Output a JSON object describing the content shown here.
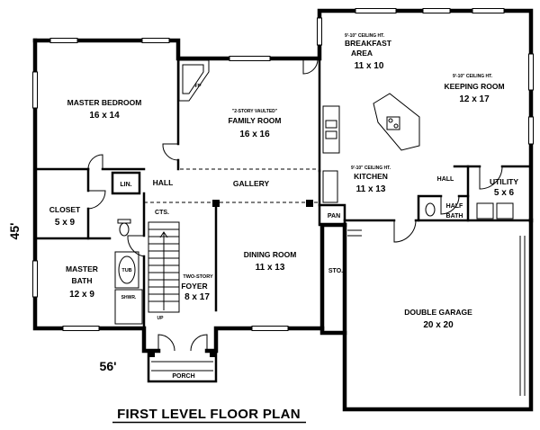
{
  "plan": {
    "title": "FIRST LEVEL FLOOR PLAN",
    "depth": "45'",
    "width": "56'"
  },
  "rooms": {
    "breakfast_area": {
      "ceiling": "9'-10\" CEILING HT.",
      "name": "BREAKFAST",
      "name2": "AREA",
      "size": "11 x 10"
    },
    "keeping_room": {
      "ceiling": "9'-10\" CEILING HT.",
      "name": "KEEPING ROOM",
      "size": "12 x 17"
    },
    "master_bedroom": {
      "name": "MASTER BEDROOM",
      "size": "16 x 14"
    },
    "family_room": {
      "note": "\"2-STORY VAULTED\"",
      "name": "FAMILY ROOM",
      "size": "16 x 16"
    },
    "kitchen": {
      "ceiling": "9'-10\" CEILING HT.",
      "name": "KITCHEN",
      "size": "11 x 13"
    },
    "utility": {
      "name": "UTILITY",
      "size": "5 x 6"
    },
    "half_bath": {
      "name": "HALF",
      "name2": "BATH"
    },
    "closet": {
      "name": "CLOSET",
      "size": "5 x 9"
    },
    "master_bath": {
      "name": "MASTER",
      "name2": "BATH",
      "size": "12 x 9"
    },
    "foyer": {
      "note": "TWO-STORY",
      "name": "FOYER",
      "size": "8 x 17"
    },
    "dining_room": {
      "name": "DINING ROOM",
      "size": "11 x 13"
    },
    "double_garage": {
      "name": "DOUBLE GARAGE",
      "size": "20 x 20"
    }
  },
  "labels": {
    "fireplace": "FP",
    "gallery": "GALLERY",
    "hall_west": "HALL",
    "hall_east": "HALL",
    "linen": "LIN.",
    "closets": "CTS.",
    "pantry": "PAN",
    "tub": "TUB",
    "shower": "SHWR.",
    "stairs": "UP",
    "storage": "STO.",
    "porch": "PORCH"
  }
}
